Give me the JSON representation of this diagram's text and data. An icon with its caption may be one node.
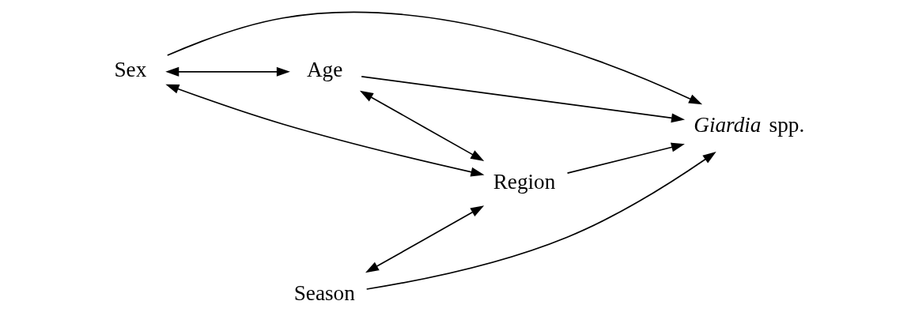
{
  "diagram": {
    "nodes": [
      {
        "text": [
          "Age"
        ]
      },
      {
        "text": [
          "Sex"
        ]
      },
      {
        "text": [
          "*Giardia* spp."
        ]
      },
      {
        "text": [
          "Season"
        ]
      },
      {
        "text": [
          "Region"
        ]
      }
    ],
    "edges": [
      {
        "from": 1,
        "to": 0,
        "arrow": "both"
      },
      {
        "from": 0,
        "to": 2,
        "arrow": "to"
      },
      {
        "from": 1,
        "to": 2,
        "arrow": "to"
      },
      {
        "from": 3,
        "to": 2,
        "arrow": "to"
      },
      {
        "from": 4,
        "to": 2,
        "arrow": "to"
      },
      {
        "from": 1,
        "to": 4,
        "arrow": "both"
      },
      {
        "from": 0,
        "to": 4,
        "arrow": "both"
      },
      {
        "from": 3,
        "to": 4,
        "arrow": "both"
      }
    ]
  }
}
